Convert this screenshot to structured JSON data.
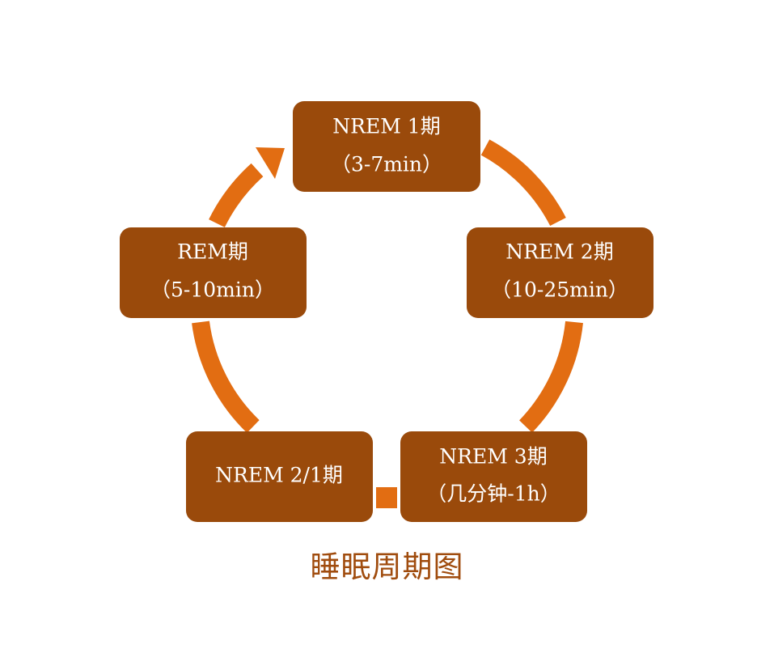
{
  "diagram": {
    "stages": [
      {
        "id": "nrem1",
        "line1": "NREM 1期",
        "line2": "（3-7min）"
      },
      {
        "id": "nrem2",
        "line1": "NREM 2期",
        "line2": "（10-25min）"
      },
      {
        "id": "nrem3",
        "line1": "NREM 3期",
        "line2": "（几分钟-1h）"
      },
      {
        "id": "nrem21",
        "line1": "NREM 2/1期",
        "line2": ""
      },
      {
        "id": "rem",
        "line1": "REM期",
        "line2": "（5-10min）"
      }
    ],
    "caption": "睡眠周期图",
    "colors": {
      "box": "#9a4a0b",
      "arrow": "#e26d12",
      "caption": "#a04c0e",
      "box_text": "#ffffff"
    }
  }
}
